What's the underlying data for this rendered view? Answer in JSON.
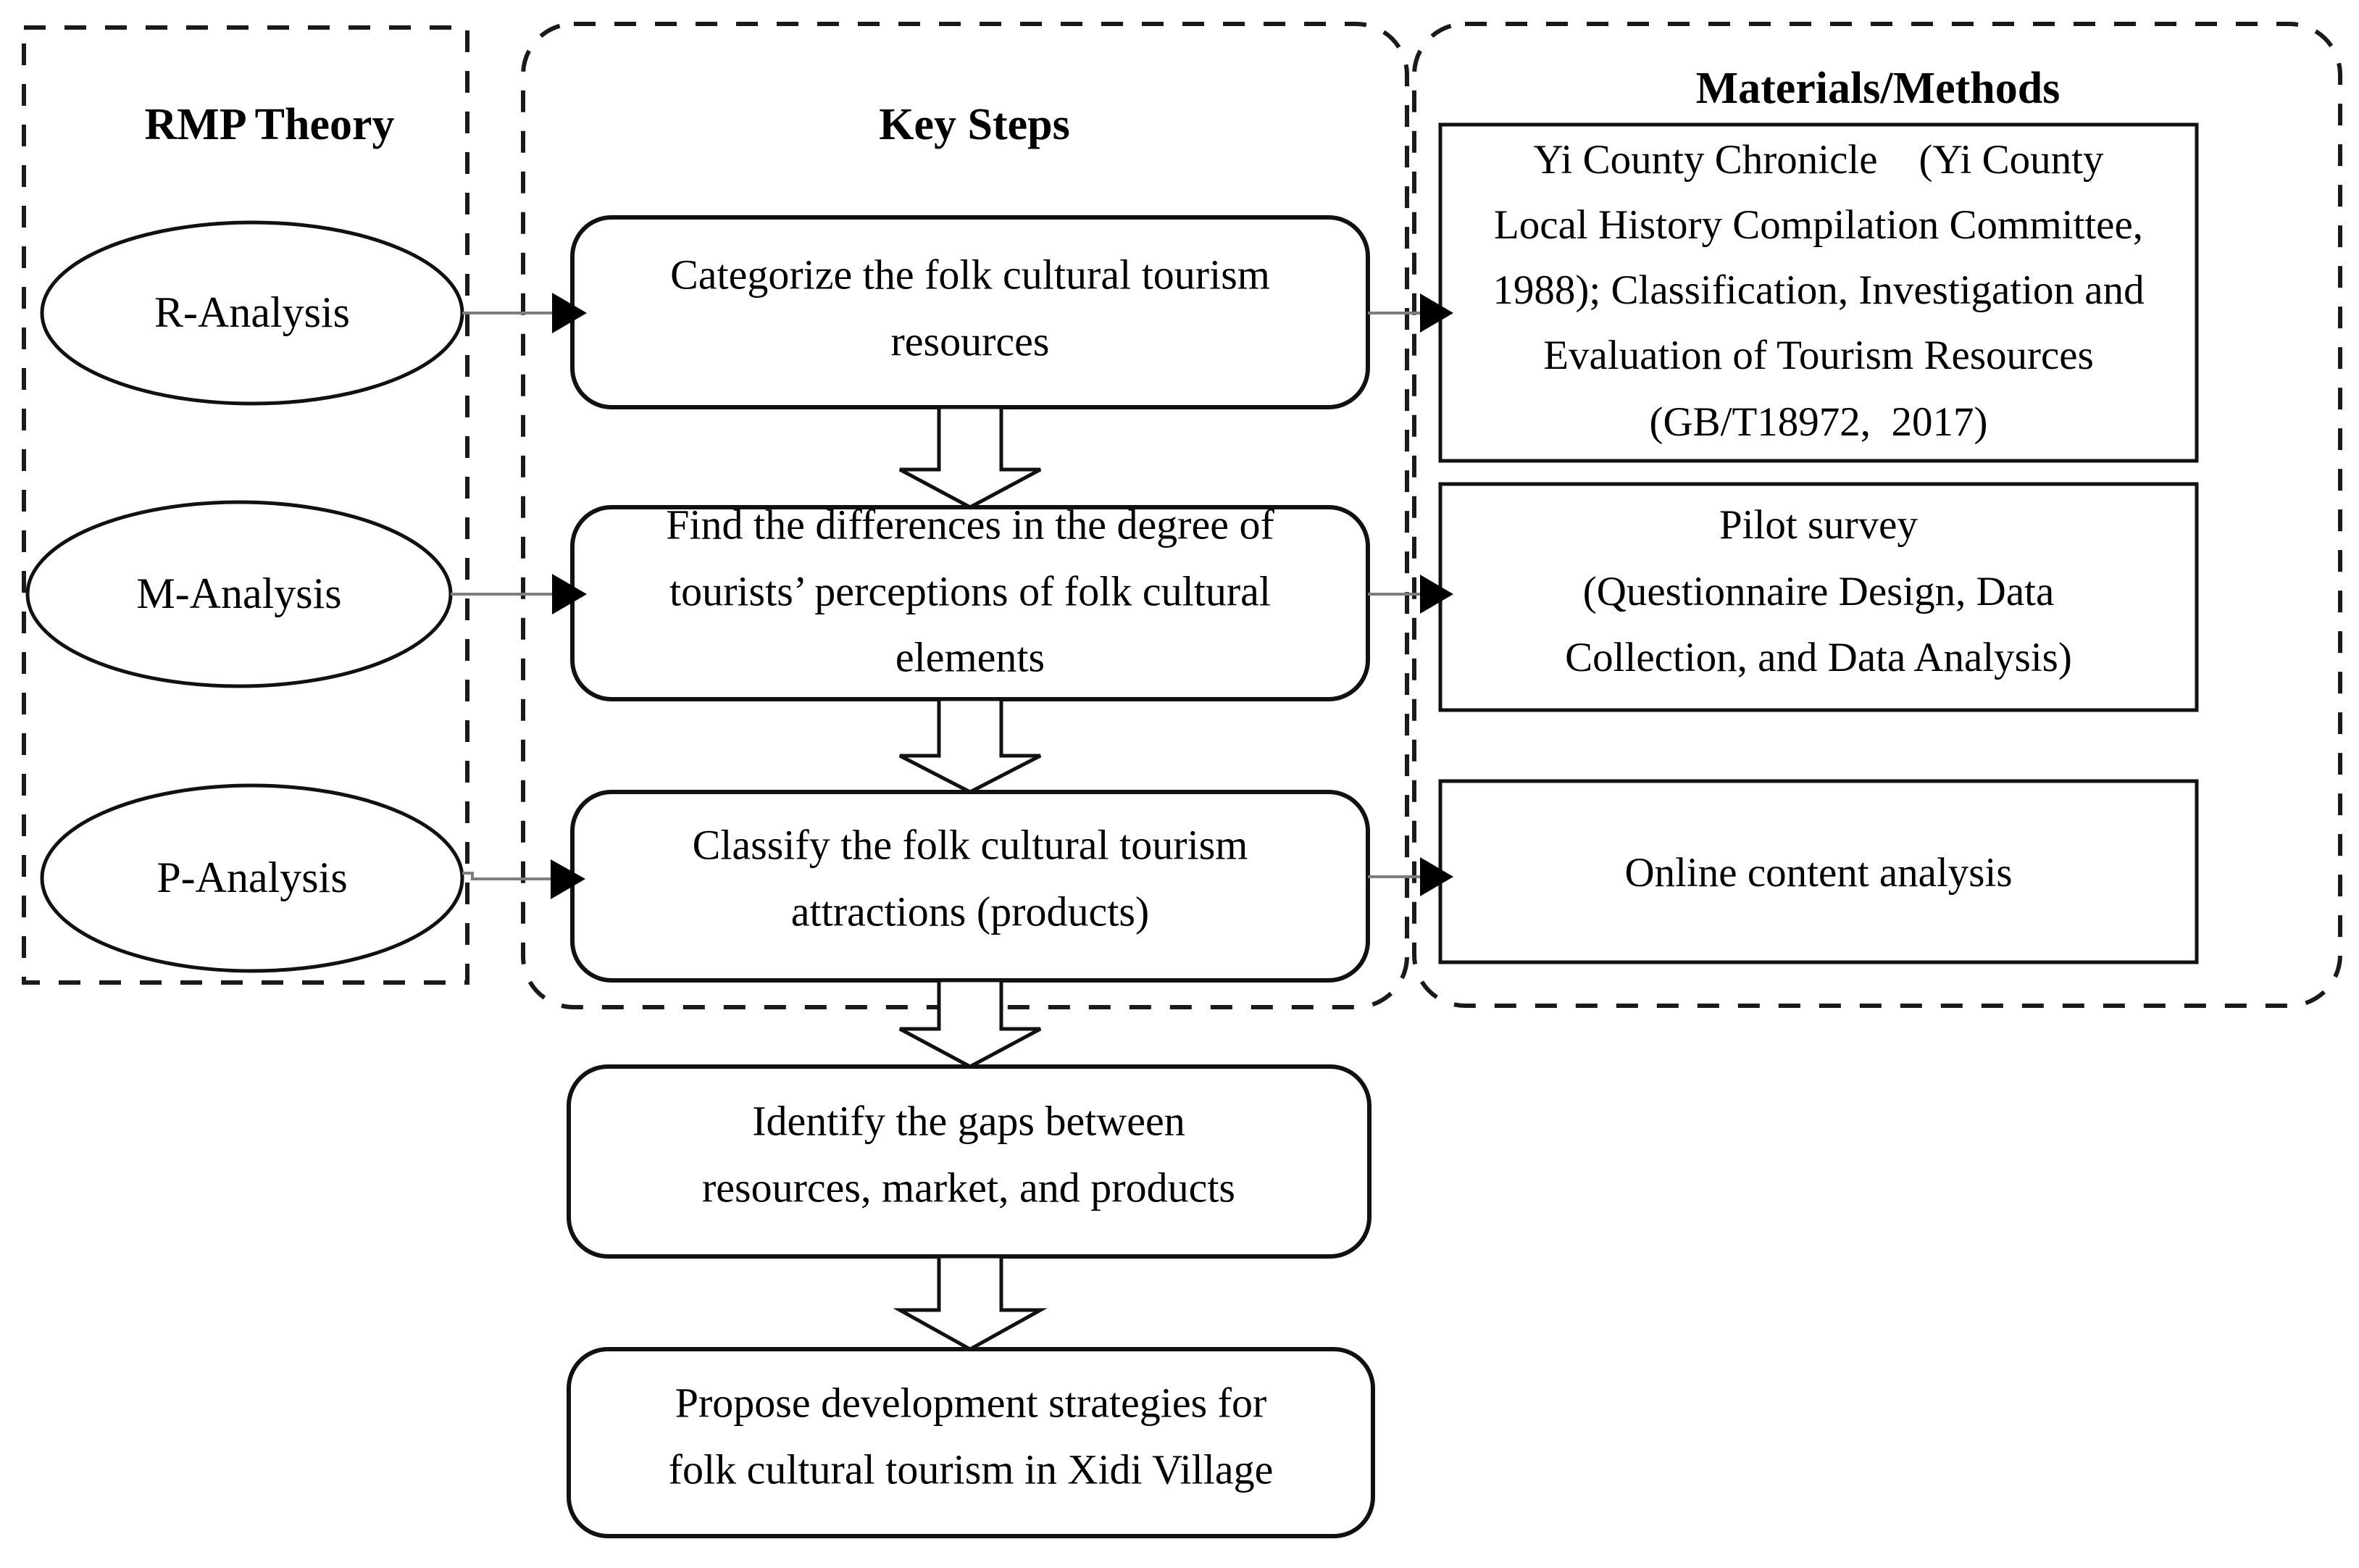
{
  "diagram": {
    "title": "RMP Theory research framework flowchart",
    "background_color": "#ffffff",
    "line_color": "#111111",
    "connector_color": "#7d7d7d"
  },
  "columns": {
    "rmp": {
      "title": "RMP Theory",
      "nodes": [
        {
          "id": "r-analysis",
          "label": "R-Analysis"
        },
        {
          "id": "m-analysis",
          "label": "M-Analysis"
        },
        {
          "id": "p-analysis",
          "label": "P-Analysis"
        }
      ]
    },
    "key_steps": {
      "title": "Key Steps",
      "nodes": [
        {
          "id": "step-categorize",
          "lines": [
            "Categorize the folk cultural tourism",
            "resources"
          ]
        },
        {
          "id": "step-find-differences",
          "lines": [
            "Find the differences in the degree of",
            "tourists’ perceptions of folk cultural",
            "elements"
          ]
        },
        {
          "id": "step-classify",
          "lines": [
            "Classify the folk cultural tourism",
            "attractions (products)"
          ]
        }
      ],
      "outcome_nodes": [
        {
          "id": "step-identify-gaps",
          "lines": [
            "Identify the gaps between",
            "resources, market, and products"
          ]
        },
        {
          "id": "step-propose-strategies",
          "lines": [
            "Propose development strategies for",
            "folk cultural tourism in Xidi Village"
          ]
        }
      ]
    },
    "materials_methods": {
      "title": "Materials/Methods",
      "nodes": [
        {
          "id": "mm-chronicle",
          "lines": [
            "Yi County Chronicle (Yi County",
            "Local History Compilation Committee,",
            "1988); Classification, Investigation and",
            "Evaluation of Tourism Resources",
            "(GB/T18972, 2017)"
          ]
        },
        {
          "id": "mm-pilot-survey",
          "lines": [
            "Pilot survey",
            "(Questionnaire Design, Data",
            "Collection, and Data Analysis)"
          ]
        },
        {
          "id": "mm-online-analysis",
          "lines": [
            "Online content analysis"
          ]
        }
      ]
    }
  },
  "connectors": [
    {
      "id": "r-to-categorize",
      "from": "r-analysis",
      "to": "step-categorize",
      "style": "thin-arrow"
    },
    {
      "id": "m-to-find",
      "from": "m-analysis",
      "to": "step-find-differences",
      "style": "thin-arrow"
    },
    {
      "id": "p-to-classify",
      "from": "p-analysis",
      "to": "step-classify",
      "style": "thin-arrow"
    },
    {
      "id": "categorize-to-chronicle",
      "from": "step-categorize",
      "to": "mm-chronicle",
      "style": "thin-arrow"
    },
    {
      "id": "find-to-pilot",
      "from": "step-find-differences",
      "to": "mm-pilot-survey",
      "style": "thin-arrow"
    },
    {
      "id": "classify-to-online",
      "from": "step-classify",
      "to": "mm-online-analysis",
      "style": "thin-arrow"
    },
    {
      "id": "categorize-down-find",
      "from": "step-categorize",
      "to": "step-find-differences",
      "style": "block-arrow"
    },
    {
      "id": "find-down-classify",
      "from": "step-find-differences",
      "to": "step-classify",
      "style": "block-arrow"
    },
    {
      "id": "classify-down-identify",
      "from": "step-classify",
      "to": "step-identify-gaps",
      "style": "block-arrow"
    },
    {
      "id": "identify-down-propose",
      "from": "step-identify-gaps",
      "to": "step-propose-strategies",
      "style": "block-arrow"
    }
  ]
}
